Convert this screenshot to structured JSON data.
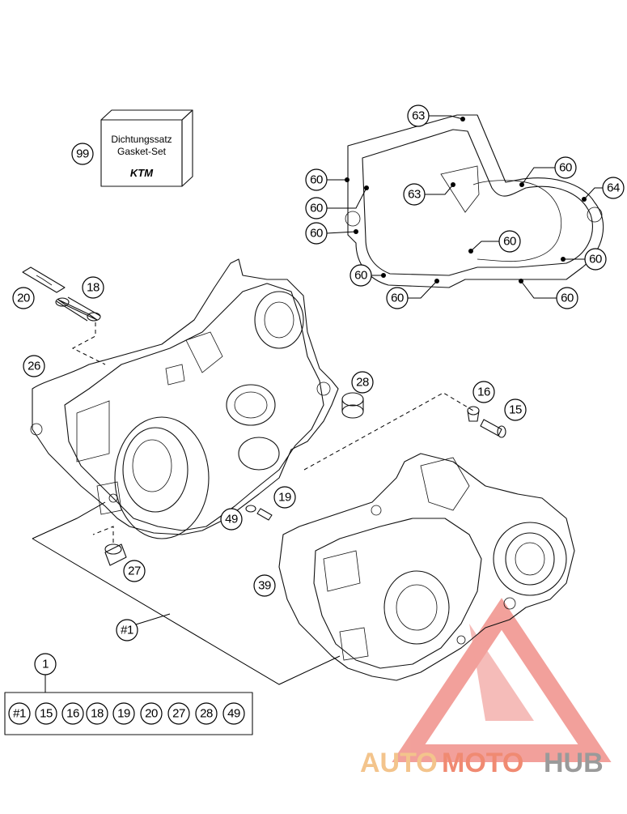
{
  "gasket_set": {
    "label_de": "Dichtungssatz",
    "label_en": "Gasket-Set",
    "brand": "KTM"
  },
  "callouts": {
    "c99": "99",
    "c63a": "63",
    "c63b": "63",
    "c60a": "60",
    "c60b": "60",
    "c60c": "60",
    "c60d": "60",
    "c60e": "60",
    "c60f": "60",
    "c60g": "60",
    "c60h": "60",
    "c60i": "60",
    "c64": "64",
    "c18": "18",
    "c20": "20",
    "c26": "26",
    "c28": "28",
    "c16": "16",
    "c15": "15",
    "c19": "19",
    "c49": "49",
    "c27": "27",
    "c39": "39",
    "c1hash": "#1",
    "c1": "1"
  },
  "kit_contents": [
    "#1",
    "15",
    "16",
    "18",
    "19",
    "20",
    "27",
    "28",
    "49"
  ],
  "watermark": {
    "part1": "AUTO",
    "part2": "MOTO",
    "part3": "HUB",
    "color1": "#f3c48c",
    "color2": "#f08a72",
    "color3": "#9a9a9a",
    "triangle_color": "#f0908a"
  }
}
